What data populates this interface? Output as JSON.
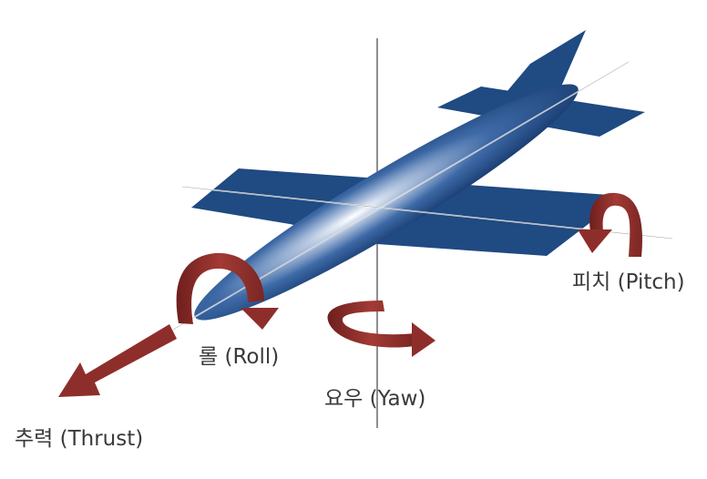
{
  "labels": {
    "roll": "롤 (Roll)",
    "yaw": "요우 (Yaw)",
    "pitch": "피치 (Pitch)",
    "thrust": "추력 (Thrust)"
  },
  "colors": {
    "body": "#234e86",
    "wing": "#1f4a82",
    "arrow": "#8e2e2b",
    "axis": "#333333",
    "text": "#3a3a3a"
  }
}
